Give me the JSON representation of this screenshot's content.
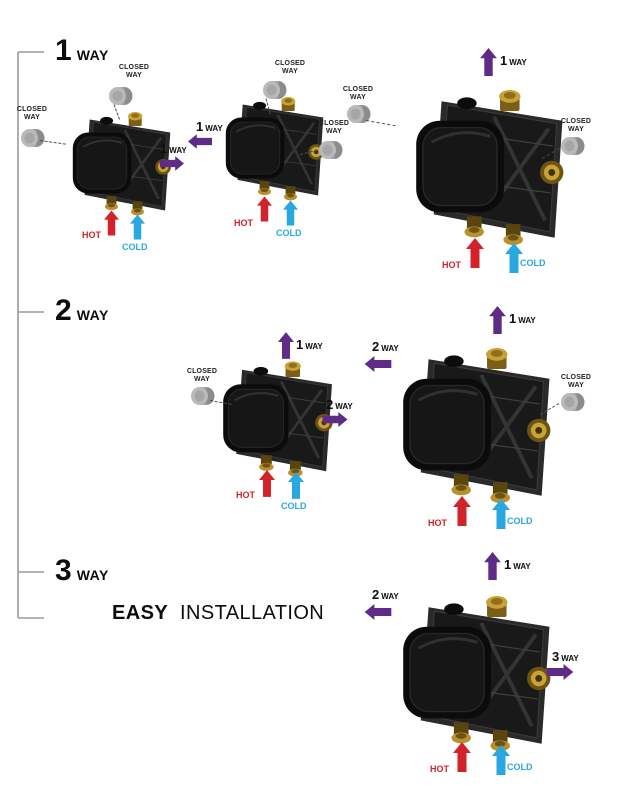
{
  "sections": [
    {
      "num": "1",
      "word": "WAY"
    },
    {
      "num": "2",
      "word": "WAY"
    },
    {
      "num": "3",
      "word": "WAY"
    }
  ],
  "tagline": {
    "bold": "EASY",
    "regular": "INSTALLATION"
  },
  "labels": {
    "closed_line1": "CLOSED",
    "closed_line2": "WAY",
    "way": "WAY",
    "one": "1",
    "two": "2",
    "three": "3",
    "hot": "HOT",
    "cold": "COLD"
  },
  "icons": {
    "up_arrow": "up-arrow",
    "left_arrow": "left-arrow",
    "right_arrow": "right-arrow",
    "closed_plug": "closed-plug",
    "valve_body": "concealed-mixer-valve-body"
  },
  "colors": {
    "way_arrow": "#5e2c87",
    "hot": "#d2232a",
    "cold": "#29a8e0",
    "plug_gray": "#b9b9b9",
    "valve_body": "#191919",
    "brass": "#c9a235",
    "bracket_line": "#9b9b9b"
  }
}
